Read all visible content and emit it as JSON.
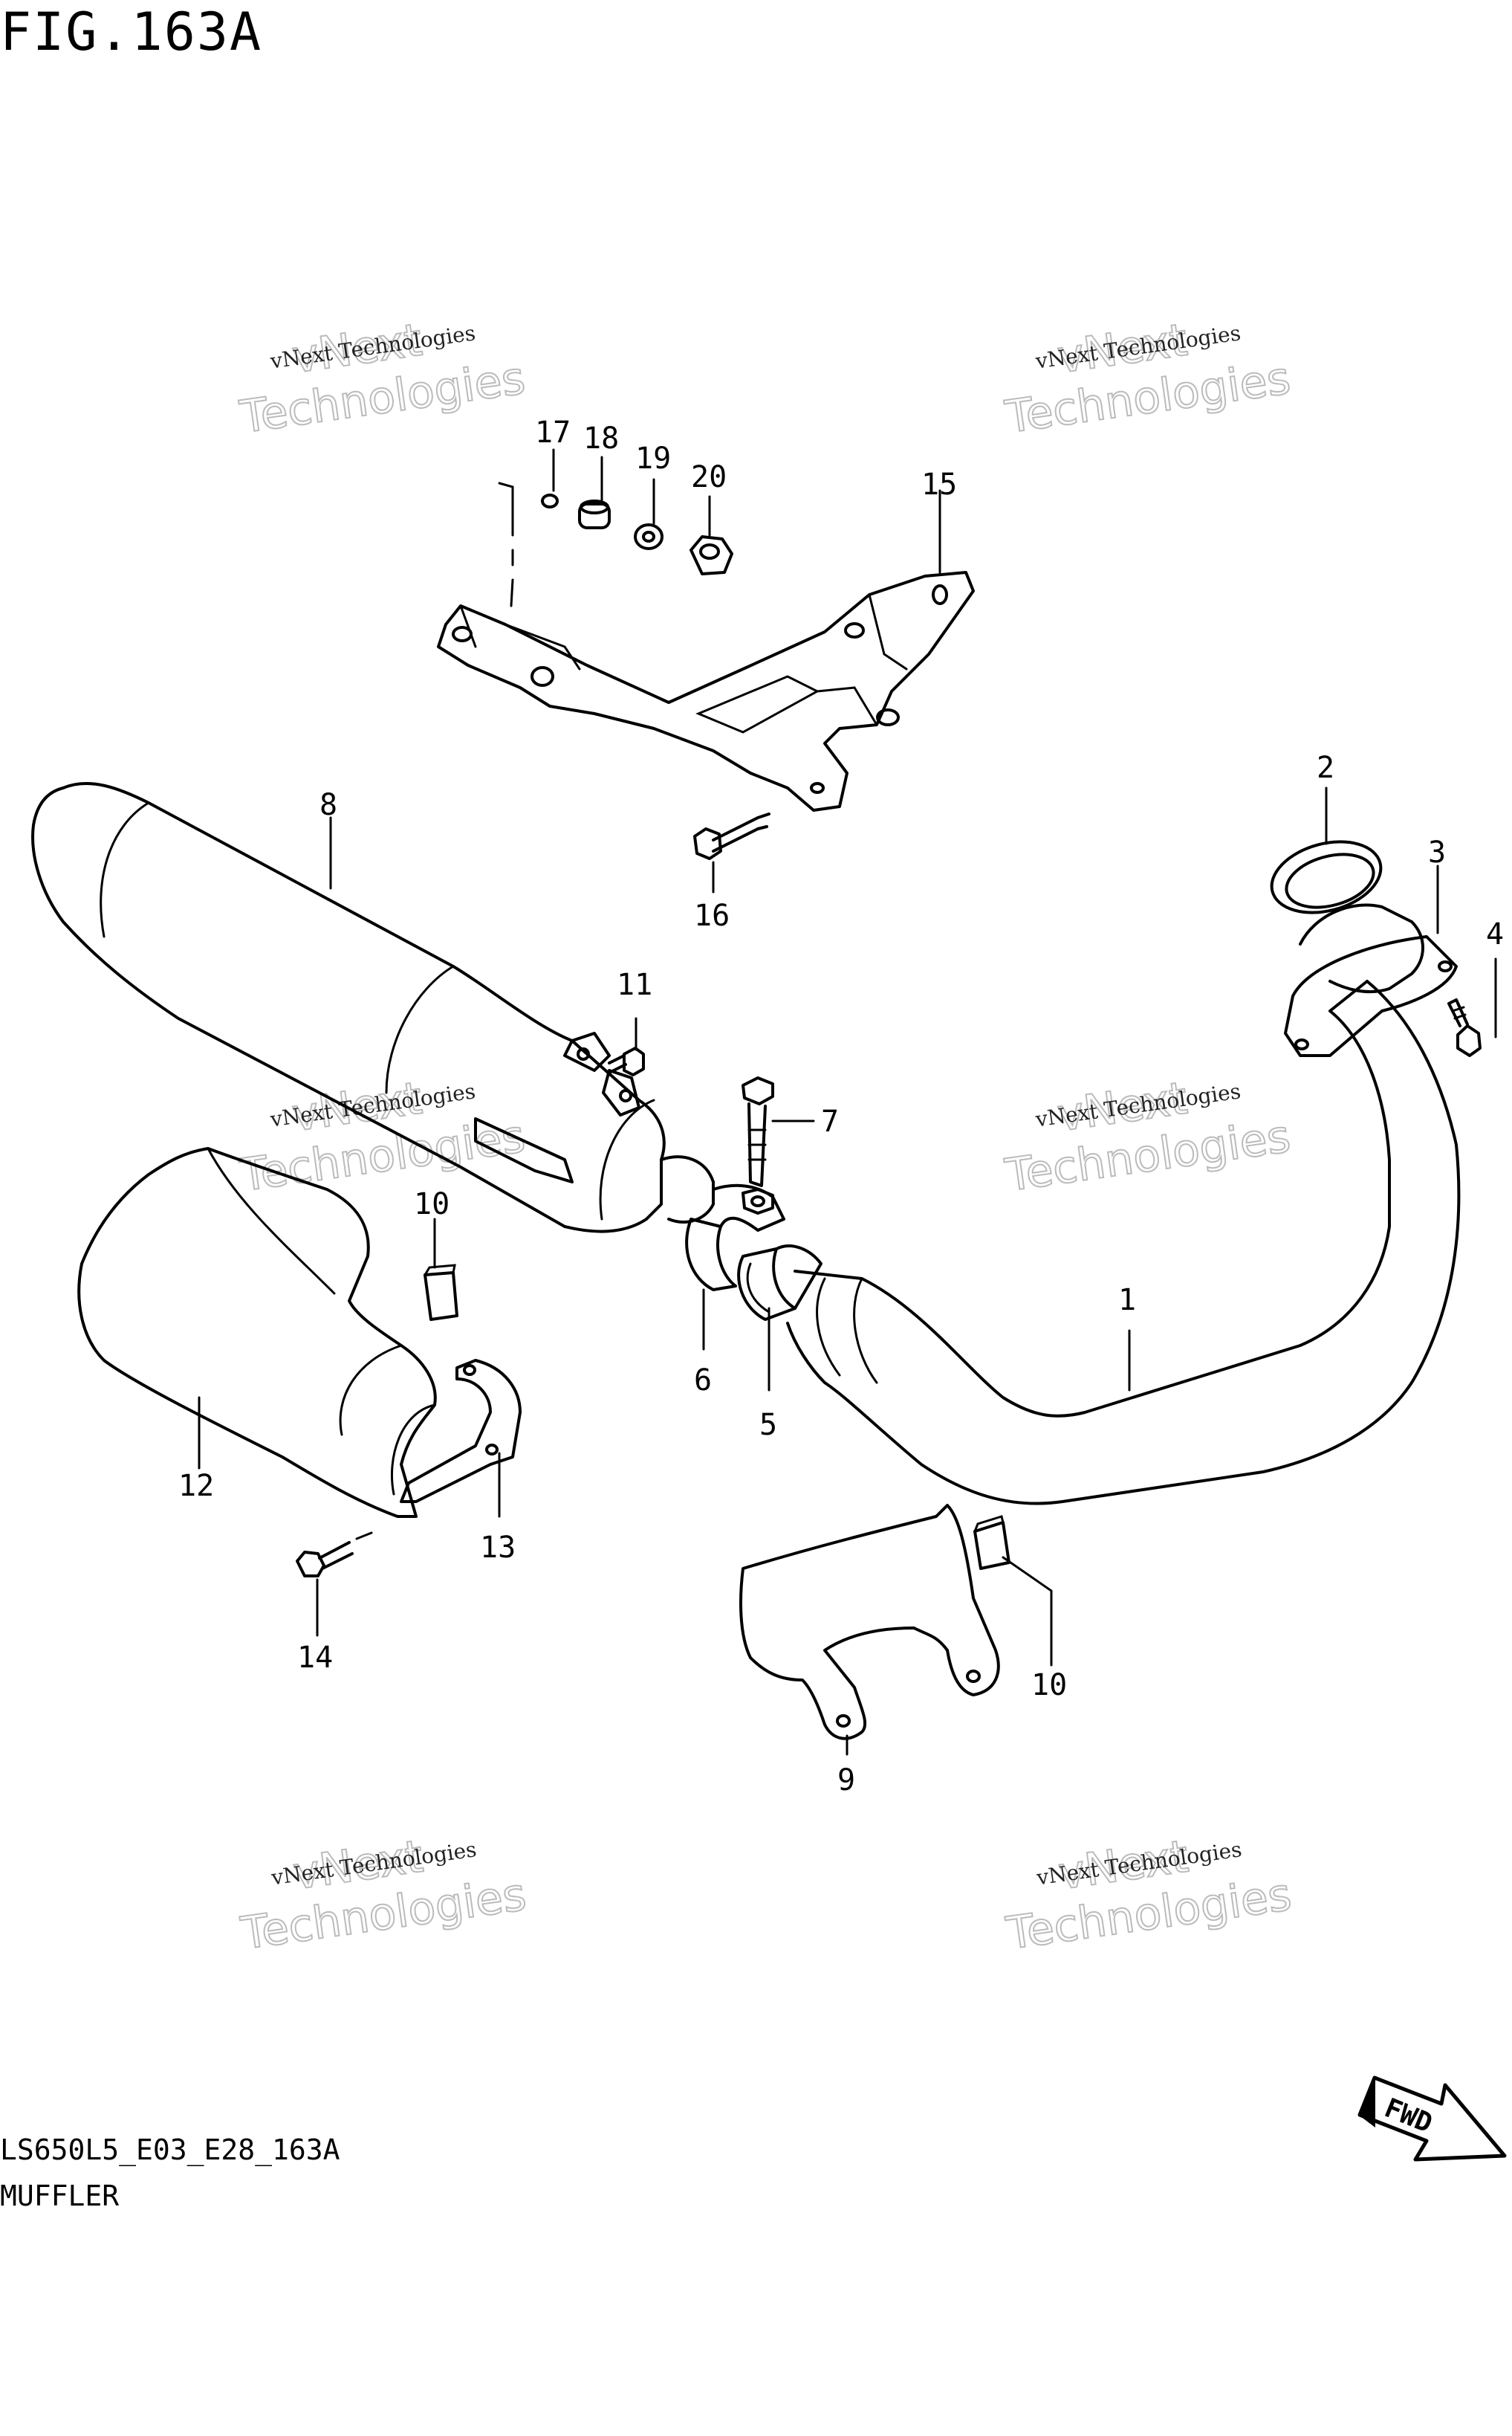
{
  "figure": {
    "title": "FIG.163A",
    "code": "LS650L5_E03_E28_163A",
    "name": "MUFFLER"
  },
  "watermark": {
    "line1": "vNext Technologies",
    "line2": "vNext",
    "line3": "Technologies"
  },
  "direction": {
    "label": "FWD"
  },
  "callouts": {
    "p1": "1",
    "p2": "2",
    "p3": "3",
    "p4": "4",
    "p5": "5",
    "p6": "6",
    "p7": "7",
    "p8": "8",
    "p9": "9",
    "p10a": "10",
    "p10b": "10",
    "p11": "11",
    "p12": "12",
    "p13": "13",
    "p14": "14",
    "p15": "15",
    "p16": "16",
    "p17": "17",
    "p18": "18",
    "p19": "19",
    "p20": "20"
  }
}
